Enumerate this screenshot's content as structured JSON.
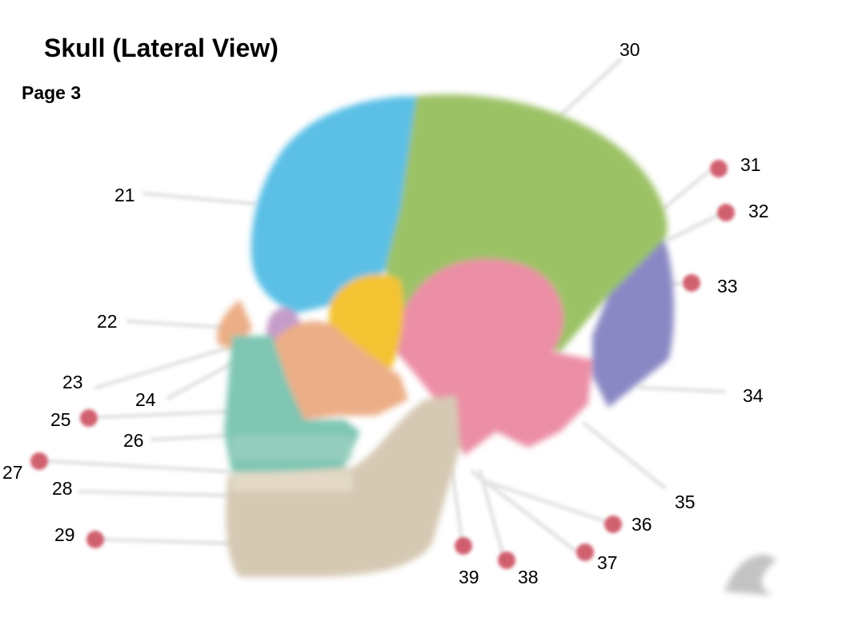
{
  "header": {
    "title": "Skull (Lateral View)",
    "page": "Page 3"
  },
  "labels": [
    "21",
    "22",
    "23",
    "24",
    "25",
    "26",
    "27",
    "28",
    "29",
    "30",
    "31",
    "32",
    "33",
    "34",
    "35",
    "36",
    "37",
    "38",
    "39"
  ],
  "colors": {
    "frontal": "#5cc0e6",
    "parietal": "#9cc266",
    "temporal": "#ec8ea5",
    "occipital": "#8a88c4",
    "sphenoid": "#f4c333",
    "zygomatic": "#ecae86",
    "maxilla": "#7fc6b3",
    "mandible": "#d5c9b3",
    "marker": "#c94556"
  }
}
